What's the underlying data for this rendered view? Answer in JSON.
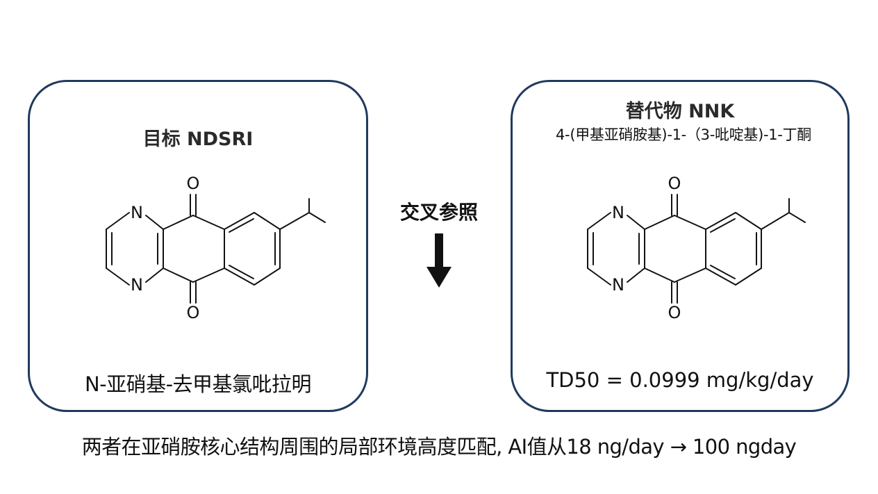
{
  "left_panel": {
    "title": "目标 NDSRI",
    "caption": "N-亚硝基-去甲基氯吡拉明",
    "atoms": {
      "top_oxygen": "O",
      "bottom_oxygen": "O",
      "upper_nitrogen": "N",
      "lower_nitrogen": "N"
    }
  },
  "right_panel": {
    "title": "替代物 NNK",
    "subtitle": "4-(甲基亚硝胺基)-1-（3-吡啶基)-1-丁酮",
    "caption": "TD50 = 0.0999 mg/kg/day",
    "atoms": {
      "top_oxygen": "O",
      "bottom_oxygen": "O",
      "upper_nitrogen": "N",
      "lower_nitrogen": "N"
    }
  },
  "center": {
    "label": "交叉参照",
    "arrow_icon": "arrow-down-icon"
  },
  "footer": {
    "note": "两者在亚硝胺核心结构周围的局部环境高度匹配, AI值从18 ng/day → 100 ngday"
  },
  "colors": {
    "panel_border": "#1f3a5f",
    "text": "#111111"
  }
}
